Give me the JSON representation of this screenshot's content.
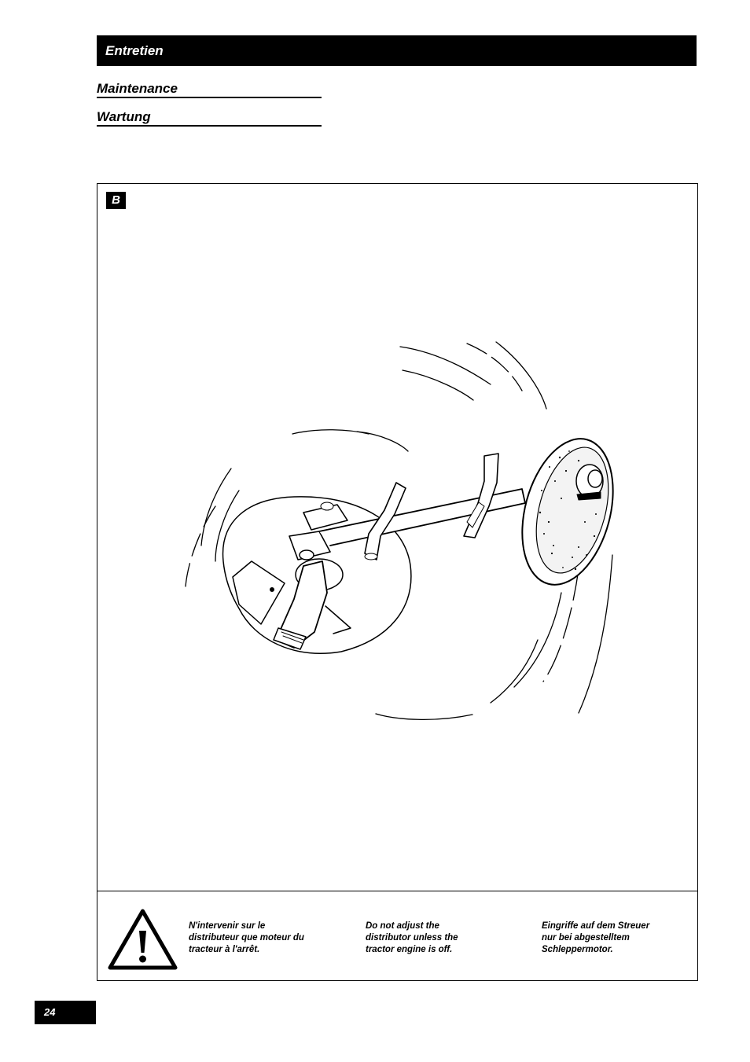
{
  "header": {
    "title": "Entretien"
  },
  "subtitles": {
    "maintenance": "Maintenance",
    "wartung": "Wartung"
  },
  "figure": {
    "label": "B",
    "illustration_icon": "spreader-disc-and-agitator-drawing"
  },
  "warning": {
    "icon": "warning-triangle-icon",
    "fr": "N'intervenir sur le\ndistributeur que moteur du\ntracteur à l'arrêt.",
    "en": "Do not adjust the\ndistributor unless the\ntractor engine is off.",
    "de": "Eingriffe auf dem Streuer\nnur bei abgestelltem\nSchleppermotor."
  },
  "page": {
    "number": "24"
  }
}
